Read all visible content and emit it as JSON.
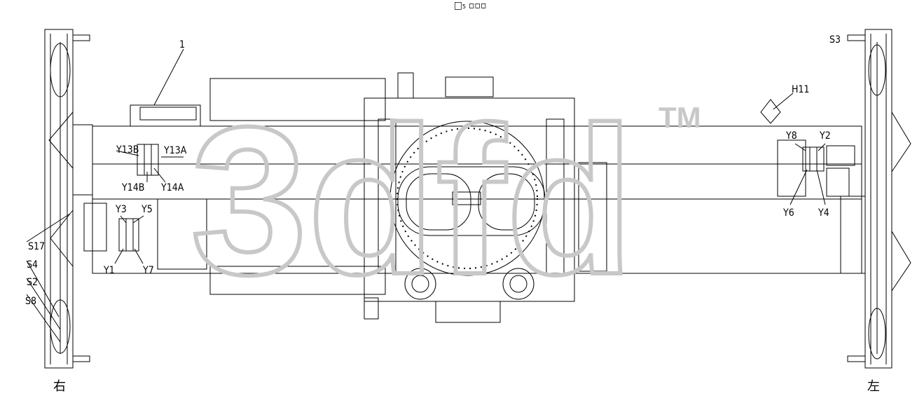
{
  "diagram": {
    "top_mark": "□₅ ▫▫▫",
    "callouts": {
      "n1": "1",
      "h11": "H11",
      "s3": "S3",
      "y13b": "Y13B",
      "y13a": "Y13A",
      "y14b": "Y14B",
      "y14a": "Y14A",
      "y3": "Y3",
      "y5": "Y5",
      "y1": "Y1",
      "y7": "Y7",
      "y8": "Y8",
      "y2": "Y2",
      "y6": "Y6",
      "y4": "Y4",
      "s17": "S17",
      "s4": "S4",
      "s2": "S2",
      "s8": "S8"
    },
    "side_left": "右",
    "side_right": "左"
  },
  "watermark": {
    "text": "3dfd",
    "tm": "TM",
    "color": "#c8c8c8"
  },
  "colors": {
    "line": "#000000",
    "background": "#ffffff"
  }
}
